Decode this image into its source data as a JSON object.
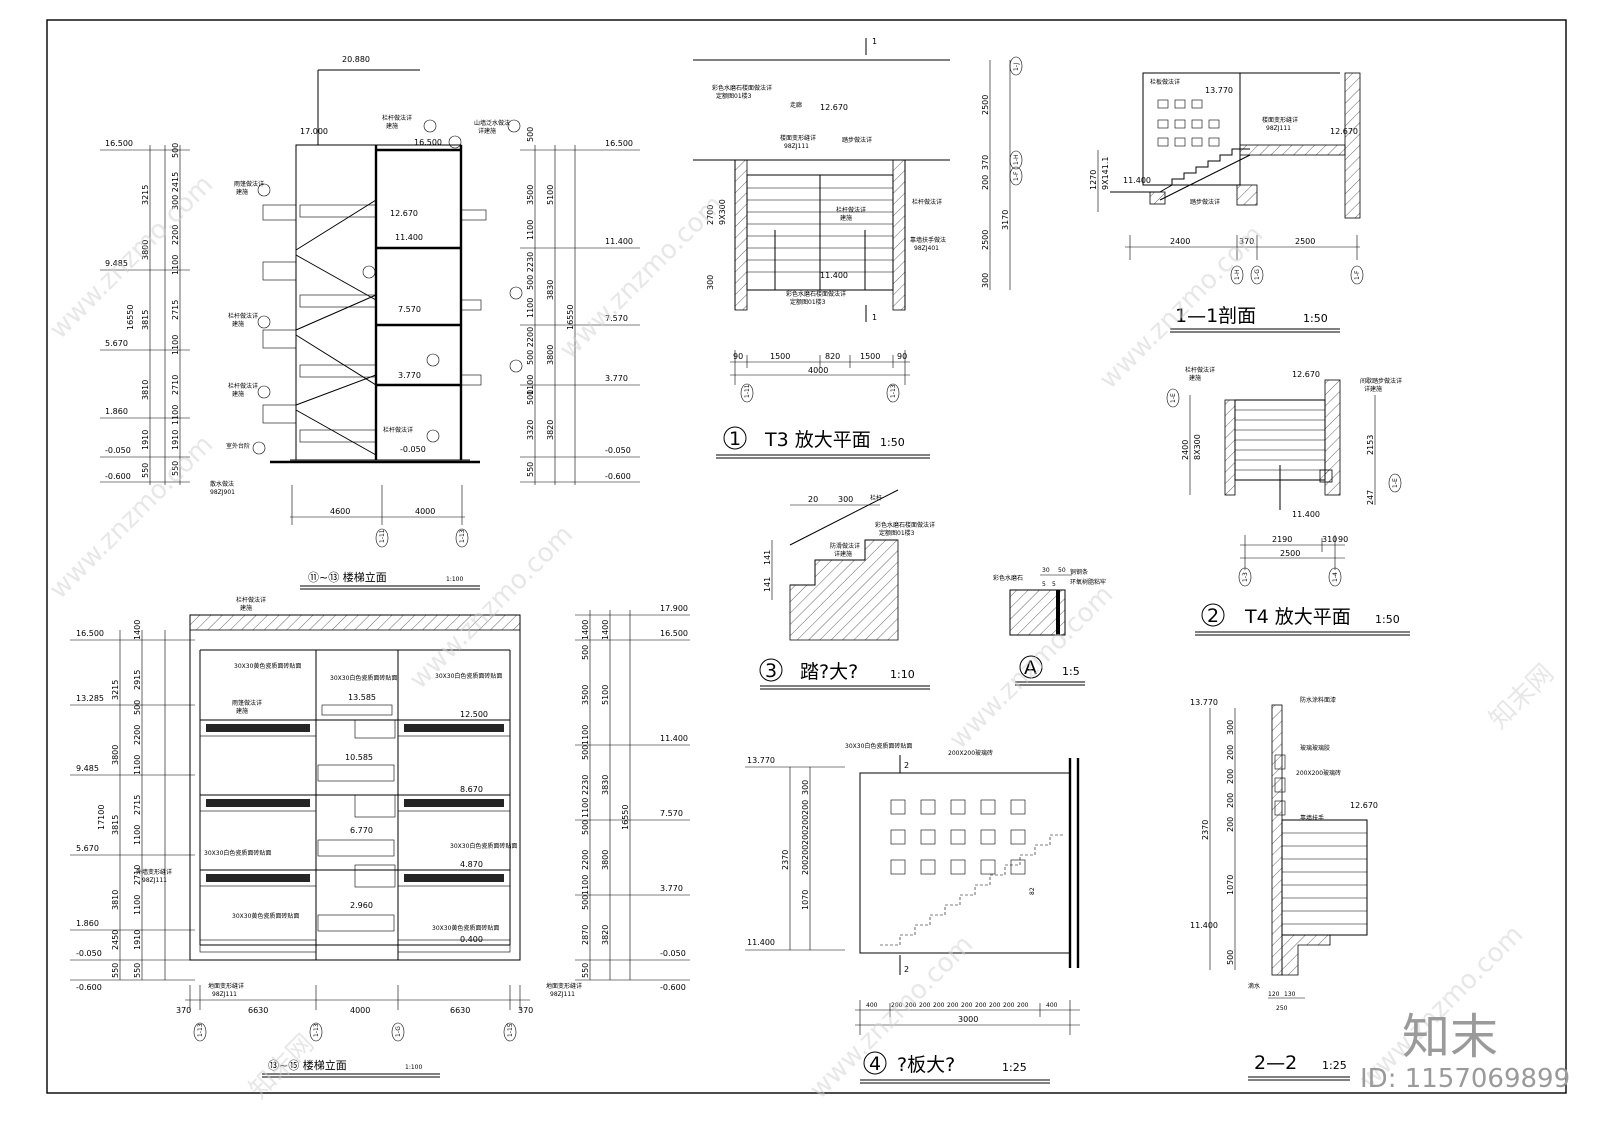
{
  "titles": {
    "elev1": "⑪~⑬ 楼梯立面",
    "elev1_scale": "1:100",
    "elev2": "⑬~⑮ 楼梯立面",
    "elev2_scale": "1:100",
    "t3_num": "1",
    "t3": "T3 放大平面",
    "t3_scale": "1:50",
    "sec11": "1—1剖面",
    "sec11_scale": "1:50",
    "t4_num": "2",
    "t4": "T4 放大平面",
    "t4_scale": "1:50",
    "step_num": "3",
    "step": "踏?大?",
    "step_scale": "1:10",
    "detA_num": "A",
    "detA_scale": "1:5",
    "slab_num": "4",
    "slab": "?板大?",
    "slab_scale": "1:25",
    "sec22": "2—2",
    "sec22_scale": "1:25"
  },
  "elev1": {
    "left_levels": [
      "16.500",
      "9.485",
      "5.670",
      "1.860",
      "-0.050",
      "-0.600"
    ],
    "left_dims_outer": [
      "3215",
      "3800",
      "3815",
      "3810",
      "1910",
      "550"
    ],
    "left_dims_mid": [
      "16550"
    ],
    "left_dims_inner": [
      "500",
      "300 2415",
      "2200",
      "1100",
      "2715",
      "1100",
      "2710",
      "1100",
      "1910",
      "550"
    ],
    "right_levels": [
      "16.500",
      "11.400",
      "7.570",
      "3.770",
      "-0.050",
      "-0.600"
    ],
    "right_dims_inner": [
      "500",
      "3500",
      "1100",
      "500 2230",
      "1100",
      "500 2200",
      "1100",
      "500",
      "3320",
      "550"
    ],
    "right_dims_outer": [
      "5100",
      "3830",
      "3800",
      "3820"
    ],
    "right_dims_mid": [
      "16550"
    ],
    "top_levels": [
      "20.880",
      "17.000",
      "16.500",
      "12.670",
      "11.400",
      "7.570",
      "3.770",
      "-0.050"
    ],
    "bottom_dims": [
      "4600",
      "4000"
    ],
    "axes": [
      "1-11",
      "1-13"
    ],
    "notes": [
      "栏杆做法详",
      "建施",
      "雨篷做法详",
      "山墙泛水做法",
      "详建施",
      "室外台阶",
      "散水做法",
      "98ZJ901"
    ]
  },
  "elev2": {
    "left_levels": [
      "16.500",
      "13.285",
      "9.485",
      "5.670",
      "1.860",
      "-0.050",
      "-0.600"
    ],
    "left_dims_outer": [
      "3215",
      "3800",
      "3815",
      "3810",
      "2450",
      "550"
    ],
    "left_dims_mid": [
      "17100"
    ],
    "left_dims_inner": [
      "1400",
      "2915",
      "500",
      "2200",
      "1100",
      "2715",
      "1100",
      "2710",
      "1100",
      "1910",
      "550"
    ],
    "right_levels": [
      "17.900",
      "16.500",
      "11.400",
      "7.570",
      "3.770",
      "-0.050",
      "-0.600"
    ],
    "right_dims_inner": [
      "1400",
      "500",
      "3500",
      "1100",
      "500",
      "2230",
      "1100",
      "500",
      "2200",
      "1100",
      "500",
      "2870",
      "550"
    ],
    "right_dims_outer": [
      "1400",
      "5100",
      "3830",
      "3800",
      "3820"
    ],
    "right_dims_mid": [
      "16550"
    ],
    "inner_levels": [
      "13.585",
      "12.500",
      "10.585",
      "8.670",
      "6.770",
      "4.870",
      "2.960",
      "0.400"
    ],
    "bottom_dims": [
      "370",
      "6630",
      "4000",
      "6630",
      "370"
    ],
    "axes": [
      "1-13",
      "1-G",
      "1-15"
    ],
    "notes": [
      "30X30黄色瓷质面砖贴面",
      "30X30白色瓷质面砖贴面",
      "外墙变形缝详",
      "98ZJ111",
      "地面变形缝详",
      "栏杆做法详",
      "建施",
      "雨篷做法详"
    ]
  },
  "t3": {
    "dims_bottom": [
      "90",
      "1500",
      "820",
      "1500",
      "90",
      "4000"
    ],
    "dims_right": [
      "2500",
      "370",
      "200",
      "2500",
      "3170",
      "300"
    ],
    "dims_left": [
      "2700",
      "9X300",
      "300"
    ],
    "levels": [
      "12.670",
      "11.400"
    ],
    "notes": [
      "彩色水磨石楼面做法详",
      "定额图01楼3",
      "走廊",
      "楼面变形缝详",
      "98ZJ111",
      "踏步做法详",
      "栏杆做法详",
      "建施",
      "靠墙扶手做法",
      "98ZJ401",
      "彩色水磨石楼面做法详"
    ],
    "axes": [
      "1-11",
      "1-13",
      "1-J",
      "1-H",
      "1-F"
    ],
    "cut": "1"
  },
  "sec11": {
    "dims_bottom": [
      "2400",
      "370",
      "2500"
    ],
    "dims_left": [
      "1270",
      "9X141.1"
    ],
    "levels": [
      "13.770",
      "12.670",
      "11.400"
    ],
    "notes": [
      "栏板做法详",
      "楼面变形缝详",
      "98ZJ111",
      "踏步做法详"
    ],
    "axes": [
      "1-H",
      "1-G",
      "1-F"
    ]
  },
  "t4": {
    "dims_bottom": [
      "2190",
      "310",
      "90",
      "2500"
    ],
    "dims_left": [
      "2400",
      "8X300"
    ],
    "dims_right": [
      "2153",
      "247"
    ],
    "levels": [
      "12.670",
      "11.400"
    ],
    "notes": [
      "栏杆做法详",
      "建施",
      "间歇踏步做法详",
      "详建施"
    ],
    "axes": [
      "1-3",
      "1-4",
      "1-E"
    ]
  },
  "step": {
    "dims_top": [
      "20",
      "300"
    ],
    "dims_left": [
      "141",
      "141"
    ],
    "notes": [
      "栏杆",
      "彩色水磨石楼面做法详",
      "定额图01楼3",
      "防滑做法详",
      "详建施"
    ]
  },
  "detA": {
    "dims": [
      "30",
      "50",
      "5",
      "5"
    ],
    "notes": [
      "彩色水磨石",
      "铜钢条",
      "环氧树脂粘牢"
    ]
  },
  "slab": {
    "dims_bottom": [
      "400",
      "200",
      "200",
      "200",
      "200",
      "200",
      "200",
      "200",
      "200",
      "200",
      "200",
      "200",
      "400",
      "3000"
    ],
    "dims_left": [
      "300",
      "200",
      "200",
      "200",
      "200",
      "200",
      "200",
      "200",
      "1070",
      "2370"
    ],
    "levels": [
      "13.770",
      "11.400"
    ],
    "notes": [
      "30X30白色瓷质面砖贴面",
      "200X200玻璃砖",
      "82"
    ],
    "cut": "2"
  },
  "sec22": {
    "dims_left": [
      "300",
      "200",
      "200",
      "200",
      "200",
      "200",
      "1070",
      "2370",
      "500"
    ],
    "dims_bottom": [
      "120",
      "130",
      "250"
    ],
    "levels": [
      "13.770",
      "12.670",
      "11.400"
    ],
    "notes": [
      "防水涂料面漆",
      "玻璃玻璃胶",
      "200X200玻璃砖",
      "靠墙扶手",
      "滴水"
    ]
  },
  "watermark": {
    "site": "www.znzmo.com",
    "brand_cn": "知末网",
    "brand": "知末",
    "id": "ID: 1157069899"
  }
}
